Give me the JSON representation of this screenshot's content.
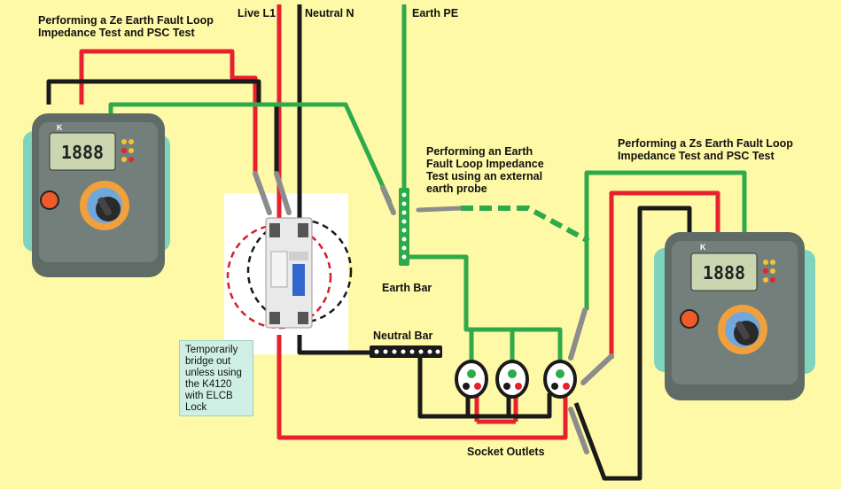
{
  "labels": {
    "ze_test": "Performing a Ze Earth Fault Loop\nImpedance Test and PSC Test",
    "live": "Live L1",
    "neutral": "Neutral N",
    "earth": "Earth PE",
    "probe_test": "Performing an Earth\nFault Loop Impedance\nTest using an external\nearth probe",
    "zs_test": "Performing a Zs Earth Fault Loop\nImpedance Test and PSC Test",
    "earth_bar": "Earth Bar",
    "neutral_bar": "Neutral Bar",
    "socket_outlets": "Socket Outlets",
    "elcb_note": "Temporarily\nbridge out\nunless using\nthe K4120\nwith ELCB Lock"
  },
  "testers": {
    "display_reading": "1888",
    "brand_mark": "K"
  },
  "colors": {
    "background": "#FEF9A6",
    "live": "#E8212E",
    "neutral": "#1A1A1A",
    "earth": "#2EAA4A",
    "tester_body": "#5E6B66",
    "tester_grip": "#7FD3BF",
    "display": "#C9D6B0"
  }
}
